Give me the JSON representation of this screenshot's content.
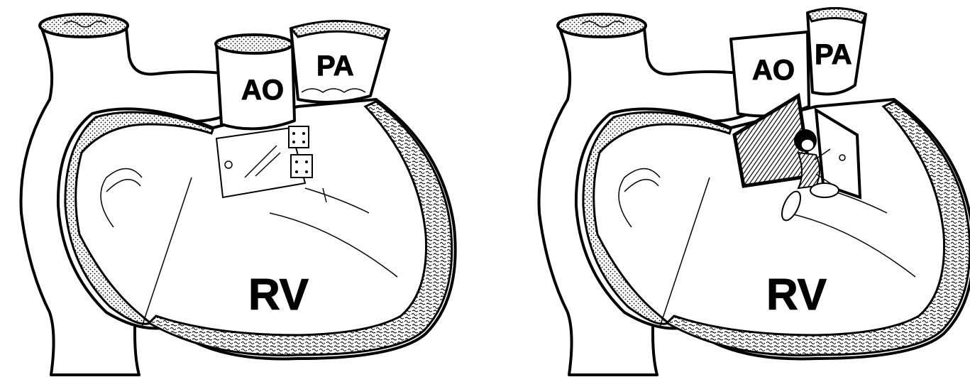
{
  "panels": [
    {
      "id": "left",
      "labels": {
        "aorta": "AO",
        "pulmonary_artery": "PA",
        "ventricle": "RV"
      },
      "door_state": "closed"
    },
    {
      "id": "right",
      "labels": {
        "aorta": "AO",
        "pulmonary_artery": "PA",
        "ventricle": "RV"
      },
      "door_state": "open"
    }
  ],
  "colors": {
    "ink": "#000000",
    "paper": "#ffffff"
  }
}
